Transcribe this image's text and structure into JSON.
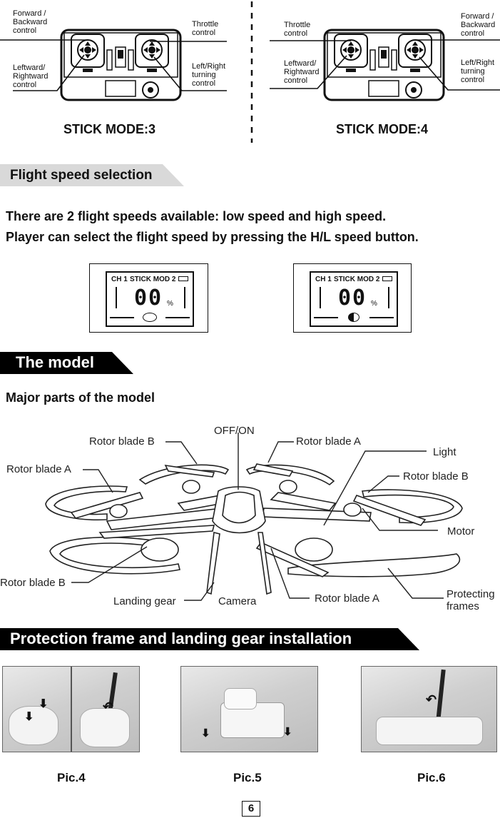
{
  "stick_modes": {
    "mode3": {
      "title": "STICK MODE:3",
      "labels": {
        "top_left": "Forward /\nBackward\ncontrol",
        "bottom_left": "Leftward/\nRightward\ncontrol",
        "top_right": "Throttle\ncontrol",
        "bottom_right": "Left/Right\nturning\ncontrol"
      }
    },
    "mode4": {
      "title": "STICK MODE:4",
      "labels": {
        "top_left": "Throttle\ncontrol",
        "bottom_left": "Leftward/\nRightward\ncontrol",
        "top_right": "Forward /\nBackward\ncontrol",
        "bottom_right": "Left/Right\nturning\ncontrol"
      }
    }
  },
  "flight_speed": {
    "heading": "Flight speed selection",
    "line1": "There are 2 flight speeds available: low speed and high speed.",
    "line2": "Player can select the flight speed by pressing the H/L speed button.",
    "lcd_left": {
      "channel": "CH 1",
      "mode": "STICK MOD 2",
      "value": "00",
      "unit": "%"
    },
    "lcd_right": {
      "channel": "CH 1",
      "mode": "STICK MOD 2",
      "value": "00",
      "unit": "%"
    }
  },
  "model": {
    "heading": "The model",
    "subheading": "Major parts of the model",
    "parts": {
      "off_on": "OFF/ON",
      "rotor_b_top": "Rotor blade B",
      "rotor_a_top": "Rotor blade A",
      "rotor_a_left": "Rotor blade A",
      "light": "Light",
      "rotor_b_right": "Rotor blade B",
      "motor": "Motor",
      "rotor_b_left": "Rotor blade B",
      "landing_gear": "Landing gear",
      "camera": "Camera",
      "rotor_a_bottom": "Rotor blade A",
      "protecting_frames": "Protecting\nframes"
    }
  },
  "installation": {
    "heading": "Protection frame and landing gear installation",
    "pics": [
      "Pic.4",
      "Pic.5",
      "Pic.6"
    ]
  },
  "page_number": "6"
}
